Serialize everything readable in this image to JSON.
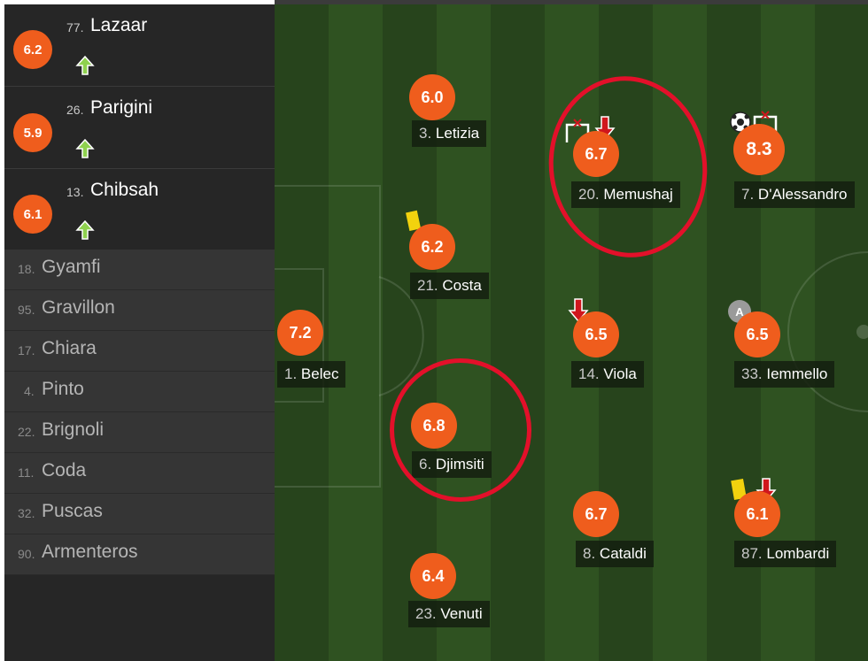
{
  "substitutes_in": [
    {
      "rating": "6.2",
      "number": "77.",
      "name": "Lazaar"
    },
    {
      "rating": "5.9",
      "number": "26.",
      "name": "Parigini"
    },
    {
      "rating": "6.1",
      "number": "13.",
      "name": "Chibsah"
    }
  ],
  "bench": [
    {
      "number": "18.",
      "name": "Gyamfi"
    },
    {
      "number": "95.",
      "name": "Gravillon"
    },
    {
      "number": "17.",
      "name": "Chiara"
    },
    {
      "number": "4.",
      "name": "Pinto"
    },
    {
      "number": "22.",
      "name": "Brignoli"
    },
    {
      "number": "11.",
      "name": "Coda"
    },
    {
      "number": "32.",
      "name": "Puscas"
    },
    {
      "number": "90.",
      "name": "Armenteros"
    }
  ],
  "players": {
    "belec": {
      "rating": "7.2",
      "number": "1.",
      "name": "Belec"
    },
    "letizia": {
      "rating": "6.0",
      "number": "3.",
      "name": "Letizia"
    },
    "costa": {
      "rating": "6.2",
      "number": "21.",
      "name": "Costa"
    },
    "djimsiti": {
      "rating": "6.8",
      "number": "6.",
      "name": "Djimsiti"
    },
    "venuti": {
      "rating": "6.4",
      "number": "23.",
      "name": "Venuti"
    },
    "memushaj": {
      "rating": "6.7",
      "number": "20.",
      "name": "Memushaj"
    },
    "viola": {
      "rating": "6.5",
      "number": "14.",
      "name": "Viola"
    },
    "cataldi": {
      "rating": "6.7",
      "number": "8.",
      "name": "Cataldi"
    },
    "dalessandro": {
      "rating": "8.3",
      "number": "7.",
      "name": "D'Alessandro"
    },
    "iemmello": {
      "rating": "6.5",
      "number": "33.",
      "name": "Iemmello",
      "badge": "A"
    },
    "lombardi": {
      "rating": "6.1",
      "number": "87.",
      "name": "Lombardi"
    }
  },
  "colors": {
    "rating_orange": "#ef5d1d",
    "sub_in_arrow": "#8fd14f",
    "sub_out_arrow": "#d0161d",
    "yellow_card": "#f2d20e",
    "annotation_red": "#e3102a",
    "pitch_dark": "#27441c",
    "pitch_light": "#2f5221"
  },
  "icons": [
    "sub-in-arrow-icon",
    "sub-out-arrow-icon",
    "yellow-card-icon",
    "goal-post-icon",
    "ball-icon",
    "captain-badge-icon"
  ]
}
